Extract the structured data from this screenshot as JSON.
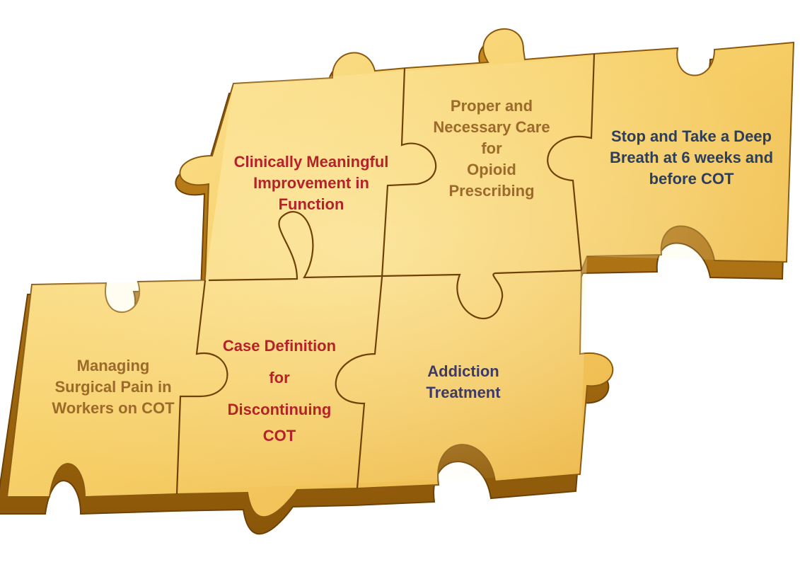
{
  "colors": {
    "gold_light": "#fbe08a",
    "gold_mid": "#f3c04a",
    "gold_dark": "#b27a14",
    "edge": "#7a4a08",
    "red_text": "#b5222a",
    "brown_text": "#9c6a2a",
    "navy_text": "#2c3e5c",
    "purple_text": "#3e3a66"
  },
  "pieces": {
    "clinically_meaningful": {
      "lines": [
        "Clinically Meaningful",
        "Improvement in",
        "Function"
      ]
    },
    "proper_necessary_care": {
      "lines": [
        "Proper and",
        "Necessary Care",
        "for",
        "Opioid",
        "Prescribing"
      ]
    },
    "stop_deep_breath": {
      "lines": [
        "Stop and Take a Deep",
        "Breath at 6 weeks and",
        "before COT"
      ]
    },
    "managing_surgical_pain": {
      "lines": [
        "Managing",
        "Surgical Pain in",
        "Workers on COT"
      ]
    },
    "case_definition": {
      "lines": [
        "Case Definition",
        "for",
        "Discontinuing",
        "COT"
      ]
    },
    "addiction_treatment": {
      "lines": [
        "Addiction",
        "Treatment"
      ]
    }
  }
}
